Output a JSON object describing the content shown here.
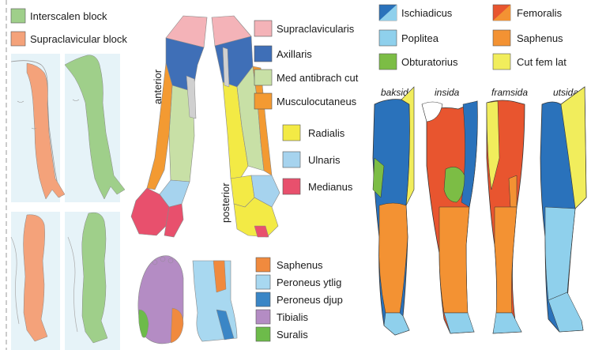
{
  "colors": {
    "interscalen": "#9fcf8a",
    "supraclavicular_block": "#f4a27a",
    "supraclavicularis": "#f4b3b8",
    "axillaris": "#3f6fb7",
    "med_antibrach_cut": "#c8e0a6",
    "musculocutaneus": "#f39a32",
    "radialis": "#f3ea45",
    "ulnaris": "#a6d3ee",
    "medianus": "#e8506d",
    "saphenus_foot": "#f08a3e",
    "peroneus_ytlig": "#a8d8f0",
    "peroneus_djup": "#3a86c6",
    "tibialis": "#b48cc4",
    "suralis": "#6dbb4a",
    "ischiadicus": "#2a72bb",
    "poplitea": "#8fd0ec",
    "obturatorius": "#7cbd45",
    "femoralis": "#e8552f",
    "saphenus_leg": "#f39233",
    "cut_fem_lat": "#f1ed5c",
    "skin": "#e6f3f8"
  },
  "blocks_legend": [
    {
      "label": "Interscalen block",
      "color_key": "interscalen"
    },
    {
      "label": "Supraclavicular block",
      "color_key": "supraclavicular_block"
    }
  ],
  "arm_legend": [
    {
      "label": "Supraclavicularis",
      "color_key": "supraclavicularis"
    },
    {
      "label": "Axillaris",
      "color_key": "axillaris"
    },
    {
      "label": "Med antibrach cut",
      "color_key": "med_antibrach_cut"
    },
    {
      "label": "Musculocutaneus",
      "color_key": "musculocutaneus"
    }
  ],
  "hand_legend": [
    {
      "label": "Radialis",
      "color_key": "radialis"
    },
    {
      "label": "Ulnaris",
      "color_key": "ulnaris"
    },
    {
      "label": "Medianus",
      "color_key": "medianus"
    }
  ],
  "arm_views": {
    "anterior": "anterior",
    "posterior": "posterior"
  },
  "foot_legend": [
    {
      "label": "Saphenus",
      "color_key": "saphenus_foot"
    },
    {
      "label": "Peroneus ytlig",
      "color_key": "peroneus_ytlig"
    },
    {
      "label": "Peroneus djup",
      "color_key": "peroneus_djup"
    },
    {
      "label": "Tibialis",
      "color_key": "tibialis"
    },
    {
      "label": "Suralis",
      "color_key": "suralis"
    }
  ],
  "leg_legend_left": [
    {
      "label": "Ischiadicus",
      "color_key": "ischiadicus"
    },
    {
      "label": "Poplitea",
      "color_key": "poplitea"
    },
    {
      "label": "Obturatorius",
      "color_key": "obturatorius"
    }
  ],
  "leg_legend_right": [
    {
      "label": "Femoralis",
      "color_key": "femoralis"
    },
    {
      "label": "Saphenus",
      "color_key": "saphenus_leg"
    },
    {
      "label": "Cut fem lat",
      "color_key": "cut_fem_lat"
    }
  ],
  "leg_views": [
    "baksida",
    "insida",
    "framsida",
    "utsida"
  ]
}
